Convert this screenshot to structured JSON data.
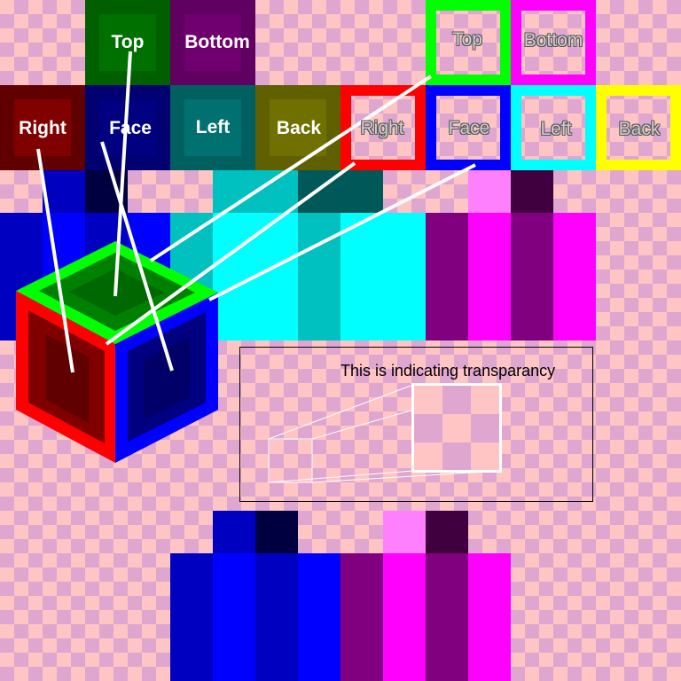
{
  "colors": {
    "checker_light": "#ffc4c4",
    "checker_dark": "#dfa6cf",
    "top": "#008000",
    "top_bright": "#00ff00",
    "bottom": "#800080",
    "bottom_bright": "#ff00ff",
    "right": "#800000",
    "right_bright": "#ff0000",
    "face": "#000080",
    "face_bright": "#0000ff",
    "left": "#008080",
    "left_bright": "#00ffff",
    "back": "#808000",
    "back_bright": "#ffff00",
    "pointer_line": "#ffffff"
  },
  "labels": {
    "top": "Top",
    "bottom": "Bottom",
    "right": "Right",
    "face": "Face",
    "left": "Left",
    "back": "Back"
  },
  "bright_labels": {
    "top": "Top",
    "bottom": "Bottom",
    "right": "Right",
    "face": "Face",
    "left": "Left",
    "back": "Back"
  },
  "transparency_note": "This is indicating transparancy"
}
